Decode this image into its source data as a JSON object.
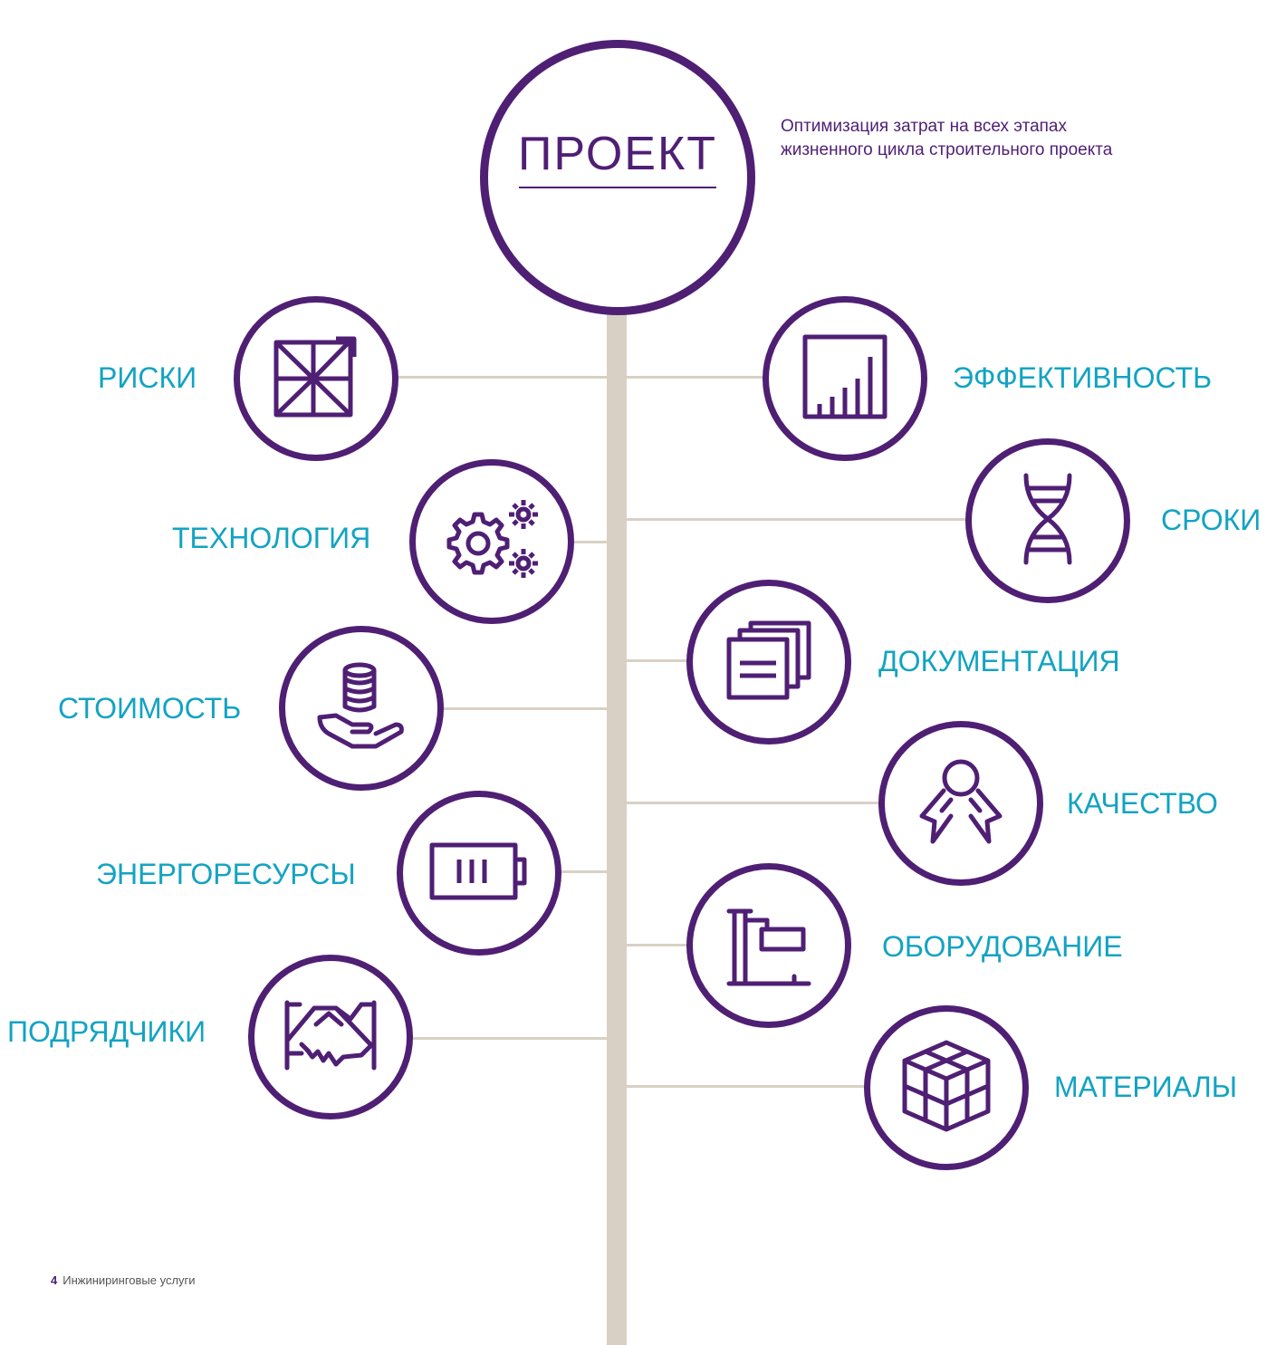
{
  "header": {
    "title": "ПРОЕКТ",
    "description": "Оптимизация затрат на всех этапах жизненного цикла строительного проекта"
  },
  "left_nodes": [
    {
      "label": "РИСКИ",
      "icon": "risk-matrix-icon"
    },
    {
      "label": "ТЕХНОЛОГИЯ",
      "icon": "gears-icon"
    },
    {
      "label": "СТОИМОСТЬ",
      "icon": "coins-in-hand-icon"
    },
    {
      "label": "ЭНЕРГОРЕСУРСЫ",
      "icon": "battery-icon"
    },
    {
      "label": "ПОДРЯДЧИКИ",
      "icon": "handshake-icon"
    }
  ],
  "right_nodes": [
    {
      "label": "ЭФФЕКТИВНОСТЬ",
      "icon": "bar-chart-icon"
    },
    {
      "label": "СРОКИ",
      "icon": "dna-hourglass-icon"
    },
    {
      "label": "ДОКУМЕНТАЦИЯ",
      "icon": "documents-icon"
    },
    {
      "label": "КАЧЕСТВО",
      "icon": "award-ribbon-icon"
    },
    {
      "label": "ОБОРУДОВАНИЕ",
      "icon": "crane-icon"
    },
    {
      "label": "МАТЕРИАЛЫ",
      "icon": "cube-icon"
    }
  ],
  "footer": {
    "page_number": "4",
    "section": "Инжиниринговые услуги"
  },
  "colors": {
    "purple": "#4f1f74",
    "cyan": "#13a3c2",
    "trunk": "#d9d0c5"
  }
}
